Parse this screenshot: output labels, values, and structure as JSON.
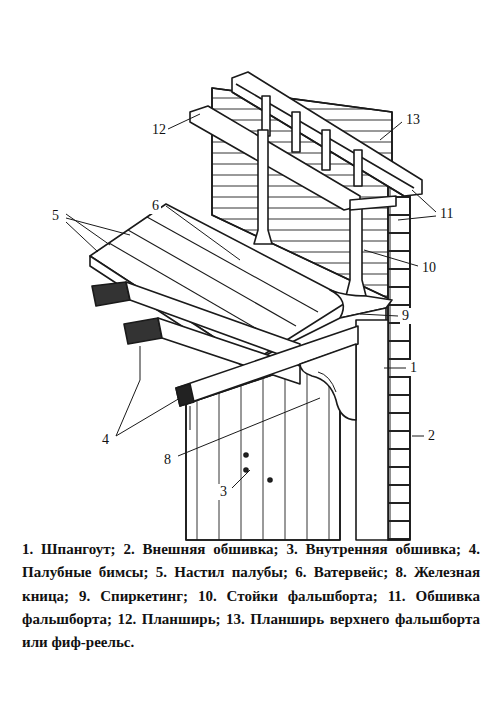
{
  "diagram": {
    "caption": "1. Шпангоут; 2. Внешняя обшивка; 3. Внутренняя обшивка; 4. Палубные бимсы; 5. Настил палубы; 6. Ватервейс; 8. Железная кница; 9. Спиркетинг; 10. Стойки фальшборта; 11. Обшивка фальшборта; 12. Планширь; 13. Планширь верхнего фальшборта или фиф-реельс.",
    "labels": [
      "12",
      "13",
      "6",
      "5",
      "11",
      "10",
      "9",
      "1",
      "2",
      "4",
      "8",
      "3"
    ]
  }
}
